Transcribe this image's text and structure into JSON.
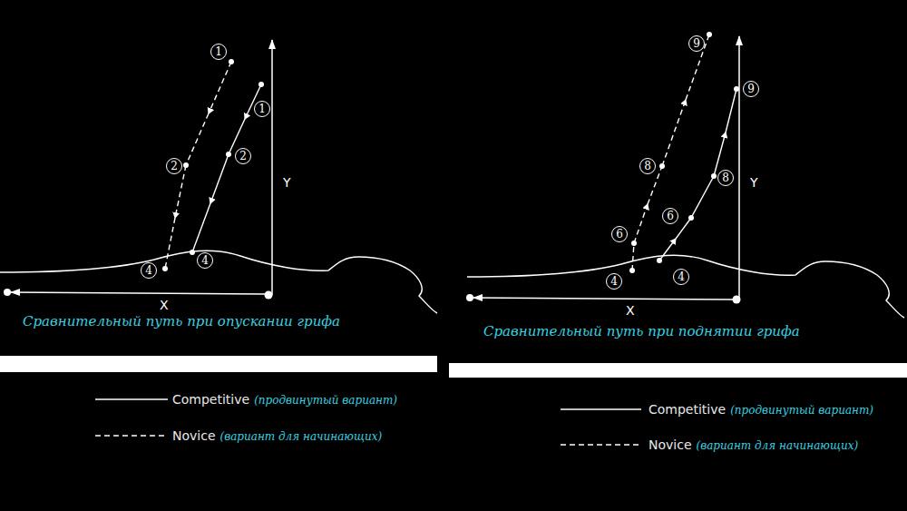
{
  "diagram": {
    "labels": [
      "1",
      "1",
      "2",
      "2",
      "4",
      "4",
      "Y",
      "X",
      "Сравнительный путь при опускании грифа",
      "9",
      "9",
      "8",
      "8",
      "6",
      "6",
      "4",
      "4",
      "Y",
      "X",
      "Сравнительный путь при поднятии грифа",
      "(продвинутый вариант)",
      "(вариант для начинающих)",
      "(продвинутый вариант)",
      "(вариант для начинающих)"
    ],
    "legend": [
      {
        "text": "Competitive"
      },
      {
        "text": "Novice"
      },
      {
        "text": "Competitive"
      },
      {
        "text": "Novice"
      }
    ]
  }
}
